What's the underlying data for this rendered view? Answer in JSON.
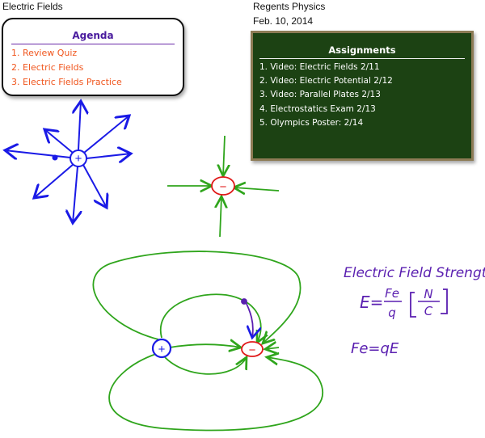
{
  "header": {
    "title": "Electric Fields",
    "course": "Regents Physics",
    "date": "Feb. 10, 2014"
  },
  "agenda": {
    "title": "Agenda",
    "items": [
      "1. Review Quiz",
      "2. Electric Fields",
      "3. Electric Fields Practice"
    ]
  },
  "assignments": {
    "title": "Assignments",
    "items": [
      "1. Video: Electric Fields 2/11",
      "2. Video: Electric Potential 2/12",
      "3. Video: Parallel Plates 2/13",
      "4. Electrostatics Exam 2/13",
      "5. Olympics Poster: 2/14"
    ]
  },
  "notes": {
    "heading": "Electric Field Strength",
    "eq_lhs": "E=",
    "numerator": "Fe",
    "denominator": "q",
    "unit_num": "N",
    "unit_den": "C",
    "eq2": "Fe=qE"
  },
  "charges": {
    "positive": "+",
    "negative": "−"
  },
  "colors": {
    "blue": "#1a1ae6",
    "green": "#2fa51c",
    "red": "#e01818",
    "purple": "#5a1fb0"
  }
}
